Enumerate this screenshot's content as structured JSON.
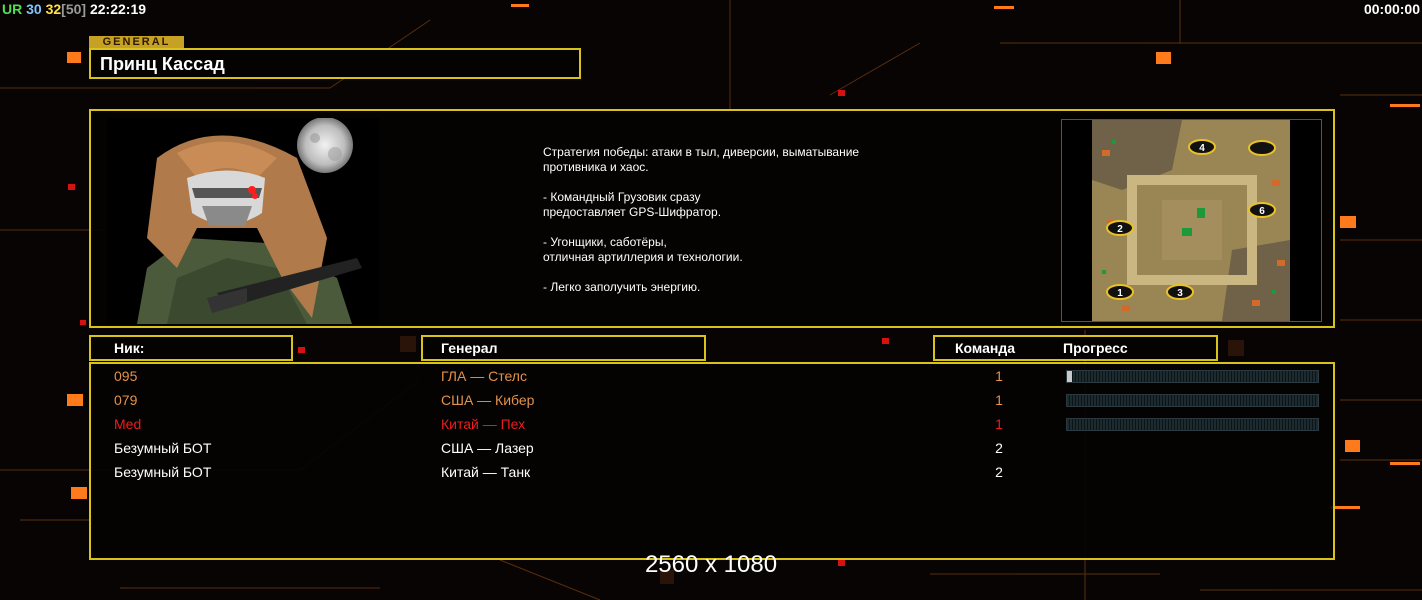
{
  "hud": {
    "ur": "UR",
    "num1": "30",
    "num2": "32",
    "num3": "[50]",
    "clock": "22:22:19"
  },
  "timer": "00:00:00",
  "general_tag": "GENERAL",
  "general_name": "Принц Кассад",
  "description": [
    "Стратегия победы: атаки в тыл, диверсии, выматывание\n противника и хаос.",
    "- Командный Грузовик сразу\nпредоставляет GPS-Шифратор.",
    "- Угонщики, саботёры,\nотличная артиллерия и технологии.",
    "- Легко заполучить энергию."
  ],
  "minimap": {
    "slots": [
      "1",
      "2",
      "3",
      "4",
      "6"
    ]
  },
  "headers": {
    "nick": "Ник:",
    "general": "Генерал",
    "team": "Команда",
    "progress": "Прогресс"
  },
  "players": [
    {
      "nick": "095",
      "general": "ГЛА — Стелс",
      "team": "1",
      "color": "#e2924a",
      "progress": 0.02,
      "show_progress": true
    },
    {
      "nick": "079",
      "general": "США — Кибер",
      "team": "1",
      "color": "#e2924a",
      "progress": 0.0,
      "show_progress": true
    },
    {
      "nick": "Med",
      "general": "Китай — Пех",
      "team": "1",
      "color": "#ee1c1c",
      "progress": 0.0,
      "show_progress": true
    },
    {
      "nick": "Безумный БОТ",
      "general": "США — Лазер",
      "team": "2",
      "color": "#ffffff",
      "progress": 0.0,
      "show_progress": false
    },
    {
      "nick": "Безумный БОТ",
      "general": "Китай — Танк",
      "team": "2",
      "color": "#ffffff",
      "progress": 0.0,
      "show_progress": false
    }
  ],
  "resolution": "2560 x 1080",
  "colors": {
    "accent": "#d8c31b",
    "tag": "#c7a124",
    "orange": "#ff7a1a"
  }
}
